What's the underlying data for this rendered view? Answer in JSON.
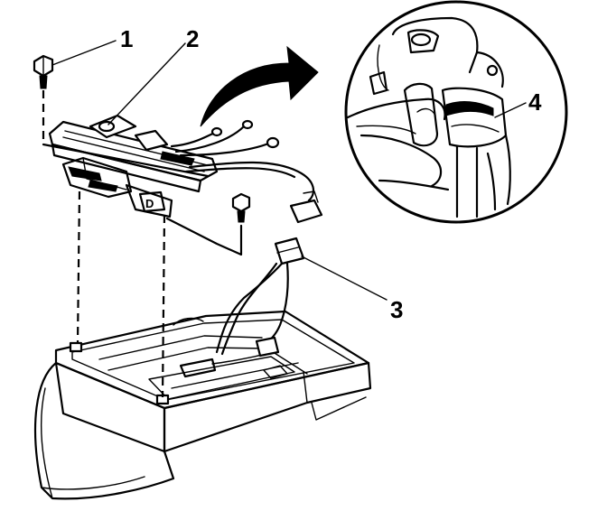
{
  "callouts": [
    {
      "id": "1",
      "label": "1"
    },
    {
      "id": "2",
      "label": "2"
    },
    {
      "id": "3",
      "label": "3"
    },
    {
      "id": "4",
      "label": "4"
    }
  ],
  "icons": {
    "arrow": "curved-arrow-icon",
    "bolt": "bolt-icon"
  }
}
